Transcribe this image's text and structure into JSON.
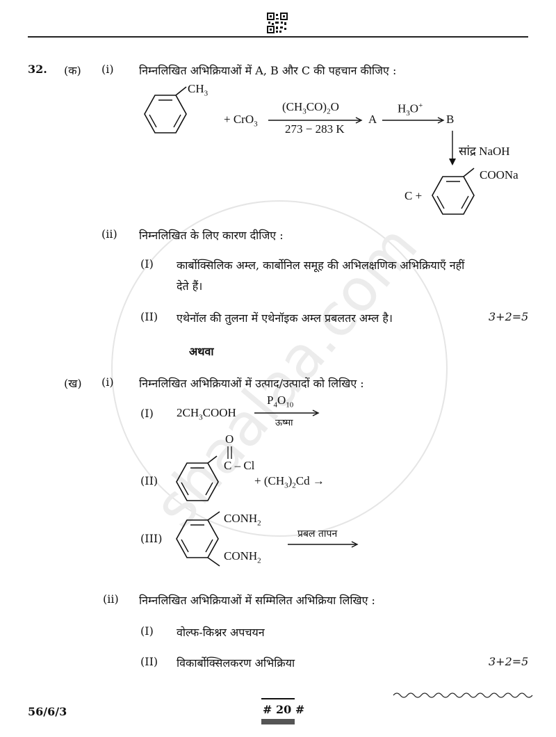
{
  "header": {
    "qr_icon": "qr-code-icon"
  },
  "watermark": "shaalaa.com",
  "q32": {
    "number": "32.",
    "part_a": {
      "label": "(क)",
      "i": {
        "label": "(i)",
        "prompt": "निम्नलिखित अभिक्रियाओं में A, B और C की पहचान कीजिए :",
        "reaction": {
          "ch3": "CH",
          "ch3_sub": "3",
          "cro3": "+ CrO",
          "cro3_sub": "3",
          "reagent_top_a": "(CH",
          "reagent_top_sub1": "3",
          "reagent_top_b": "CO)",
          "reagent_top_sub2": "2",
          "reagent_top_c": "O",
          "reagent_bottom": "273 − 283 K",
          "product_a": "A",
          "h3o": "H",
          "h3o_sub": "3",
          "h3o_b": "O",
          "h3o_sup": "+",
          "product_b": "B",
          "naoh": "सांद्र NaOH",
          "coona": "COONa",
          "c_plus": "C +"
        }
      },
      "ii": {
        "label": "(ii)",
        "prompt": "निम्नलिखित के लिए कारण दीजिए :",
        "I_label": "(I)",
        "I_line1": "कार्बोक्सिलिक अम्ल, कार्बोनिल समूह की अभिलक्षणिक अभिक्रियाएँ नहीं",
        "I_line2": "देते हैं।",
        "II_label": "(II)",
        "II_text": "एथेनॉल की तुलना में एथेनॉइक अम्ल प्रबलतर अम्ल है।",
        "marks": "3+2=5"
      }
    },
    "or_text": "अथवा",
    "part_b": {
      "label": "(ख)",
      "i": {
        "label": "(i)",
        "prompt": "निम्नलिखित अभिक्रियाओं में उत्पाद/उत्पादों को लिखिए :",
        "I_label": "(I)",
        "I_reactant_a": "2CH",
        "I_reactant_sub": "3",
        "I_reactant_b": "COOH",
        "I_reagent_a": "P",
        "I_reagent_sub1": "4",
        "I_reagent_b": "O",
        "I_reagent_sub2": "10",
        "I_condition": "ऊष्मा",
        "II_label": "(II)",
        "II_o": "O",
        "II_ccl": "C – Cl",
        "II_reagent_a": "+ (CH",
        "II_reagent_sub1": "3",
        "II_reagent_b": ")",
        "II_reagent_sub2": "2",
        "II_reagent_c": "Cd →",
        "III_label": "(III)",
        "III_conh2": "CONH",
        "III_conh2_sub": "2",
        "III_condition": "प्रबल तापन"
      },
      "ii": {
        "label": "(ii)",
        "prompt": "निम्नलिखित अभिक्रियाओं में सम्मिलित अभिक्रिया लिखिए :",
        "I_label": "(I)",
        "I_text": "वोल्फ-किश्नर अपचयन",
        "II_label": "(II)",
        "II_text": "विकार्बोक्सिलकरण अभिक्रिया",
        "marks": "3+2=5"
      }
    }
  },
  "footer": {
    "code": "56/6/3",
    "page": "# 20 #"
  }
}
